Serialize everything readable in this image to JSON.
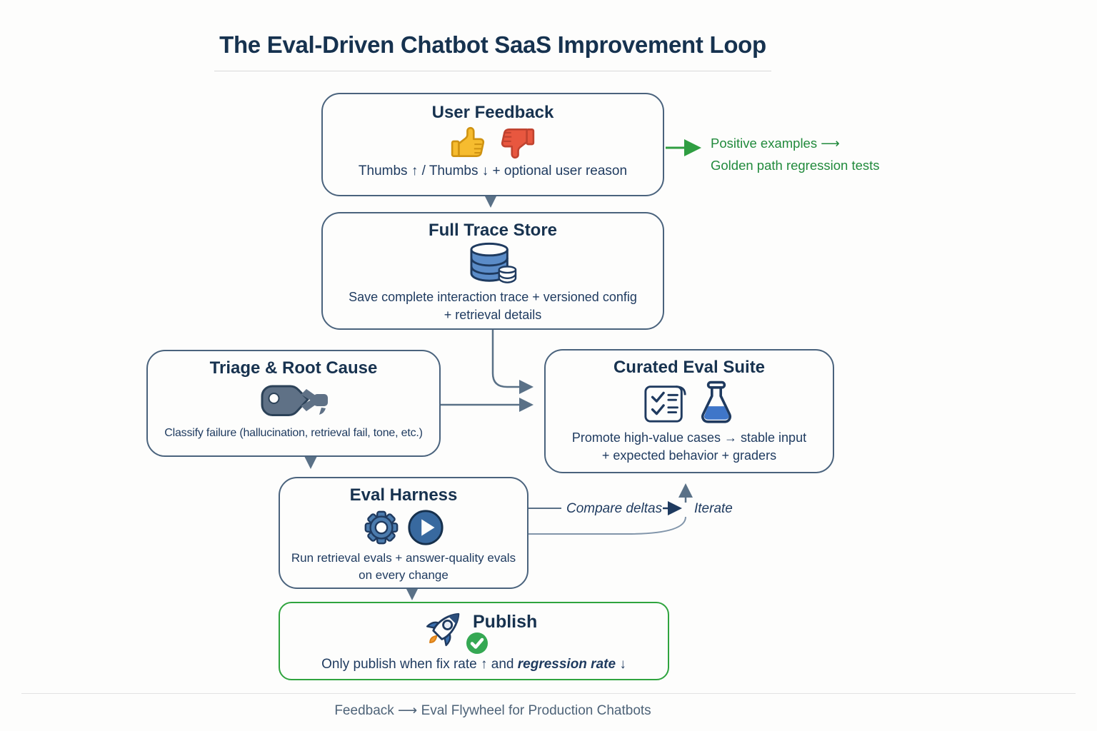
{
  "title": "The Eval-Driven Chatbot SaaS Improvement Loop",
  "colors": {
    "navy_text": "#1d3a5f",
    "box_border": "#4a637d",
    "connector": "#5a7187",
    "green_accent": "#2f9e41",
    "publish_border": "#2fa43e",
    "footer_text": "#4e6378",
    "thumb_up_yellow": "#f6bc2f",
    "thumb_down_red": "#e8573f",
    "icon_blue": "#5b8cc8",
    "flame_orange": "#f2992e"
  },
  "boxes": {
    "user_feedback": {
      "title": "User Feedback",
      "caption": "Thumbs ↑ / Thumbs ↓ + optional user reason",
      "icons": [
        "thumbs-up-icon",
        "thumbs-down-icon"
      ]
    },
    "full_trace_store": {
      "title": "Full Trace Store",
      "caption_line1": "Save complete interaction trace + versioned config",
      "caption_line2": "+ retrieval details",
      "icons": [
        "database-icon"
      ]
    },
    "triage": {
      "title": "Triage & Root Cause",
      "caption": "Classify failure (hallucination, retrieval fail, tone, etc.)",
      "icons": [
        "tag-icon"
      ]
    },
    "curated_eval_suite": {
      "title": "Curated Eval Suite",
      "caption_line1": "Promote high-value cases → stable input",
      "caption_line2": "+ expected behavior + graders",
      "icons": [
        "checklist-icon",
        "flask-icon"
      ]
    },
    "eval_harness": {
      "title": "Eval Harness",
      "caption_line1": "Run retrieval evals + answer-quality evals",
      "caption_line2": "on every change",
      "icons": [
        "gear-icon",
        "play-icon"
      ]
    },
    "publish": {
      "title": "Publish",
      "caption_prefix": "Only publish when fix rate ↑ and ",
      "caption_emphasis": "regression rate",
      "caption_suffix": " ↓",
      "icons": [
        "rocket-icon",
        "check-circle-icon"
      ]
    }
  },
  "annotations": {
    "positive_line1": "Positive examples ⟶",
    "positive_line2": "Golden path regression tests",
    "compare_deltas": "Compare deltas",
    "iterate": "Iterate"
  },
  "footer": "Feedback ⟶ Eval Flywheel for Production Chatbots"
}
